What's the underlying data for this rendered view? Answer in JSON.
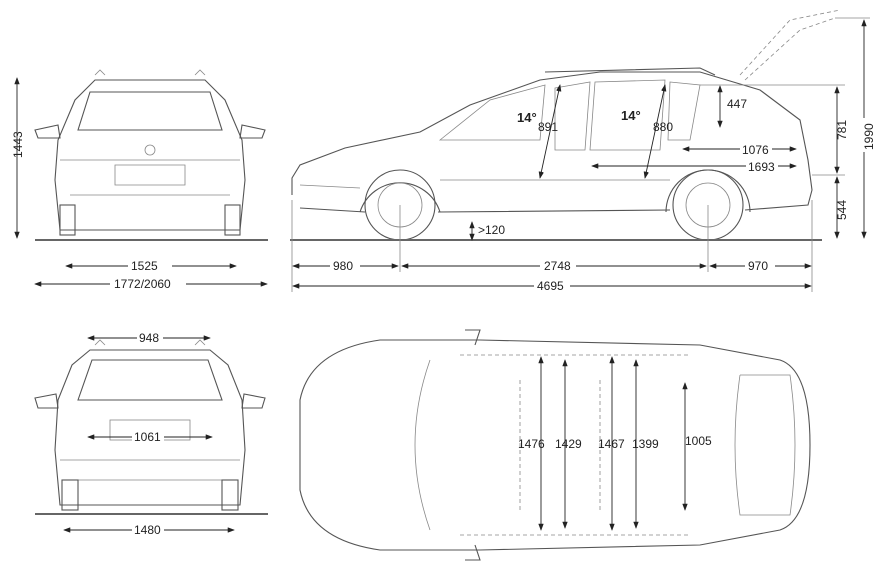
{
  "front_view": {
    "height": "1443",
    "track": "1525",
    "width": "1772/2060"
  },
  "side_view": {
    "front_overhang": "980",
    "wheelbase": "2748",
    "rear_overhang": "970",
    "length": "4695",
    "ground_clearance": ">120",
    "front_angle": "14°",
    "front_headroom": "891",
    "rear_angle": "14°",
    "rear_headroom": "880",
    "boot_height": "447",
    "boot_length": "1076",
    "boot_length_seats_folded": "1693",
    "upper_height": "781",
    "sill_height": "544",
    "height_tailgate_open": "1990"
  },
  "rear_view": {
    "roof_width": "948",
    "tailgate_width": "1061",
    "rear_track": "1480"
  },
  "top_view": {
    "front_elbow": "1476",
    "front_shoulder": "1429",
    "rear_elbow": "1467",
    "rear_shoulder": "1399",
    "boot_width": "1005"
  }
}
